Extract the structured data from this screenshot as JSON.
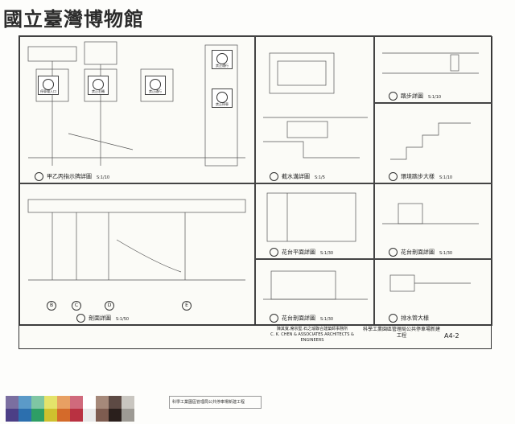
{
  "museum_title": "國立臺灣博物館",
  "panels": {
    "signs": {
      "caption": "甲乙丙指示牌詳圖",
      "scale": "S:1/10"
    },
    "drain": {
      "caption": "截水溝詳圖",
      "scale": "S:1/5"
    },
    "steps": {
      "caption": "踏步詳圖",
      "scale": "S:1/10"
    },
    "steps_plan": {
      "caption": "環境踏步大樣",
      "scale": "S:1/10"
    },
    "section": {
      "caption": "剖面詳圖",
      "scale": "S:1/50"
    },
    "planter_plan": {
      "caption": "花台平面詳圖",
      "scale": "S:1/30"
    },
    "planter_sect": {
      "caption": "花台剖面詳圖",
      "scale": "S:1/30"
    },
    "planter_cut": {
      "caption": "花台剖面詳圖",
      "scale": "S:1/30"
    },
    "drainpipe": {
      "caption": "排水管大樣",
      "scale": ""
    }
  },
  "signs": [
    {
      "label": "停車場入口"
    },
    {
      "label": "禁止右轉"
    },
    {
      "label": "禁止通行"
    },
    {
      "label": "禁止通行"
    },
    {
      "label": "禁止停車"
    }
  ],
  "grid_axes": [
    "B",
    "C",
    "D",
    "E"
  ],
  "title_block": {
    "firm": "陳其寬.席宗堅.石之瑜聯合建築師事務所",
    "firm_en": "C. K. CHEN & ASSOCIATES ARCHITECTS & ENGINEERS",
    "project": "科學工業園區管理局公共停車場新建工程",
    "sheet_no": "A4-2"
  },
  "footer_strip": {
    "label": "科學工業園區管理局公共停車場新建工程"
  },
  "swatch_colors": [
    "#7b6fa0",
    "#5b9ac8",
    "#7fc6a3",
    "#e4e36a",
    "#e8a063",
    "#d06a7c",
    "#ffffff",
    "#a6897a",
    "#5d4a44",
    "#c9c6c0"
  ],
  "swatch_colors_bottom": [
    "#4c3f86",
    "#2c6fae",
    "#2e9e65",
    "#cfc12e",
    "#d46a2a",
    "#b93141",
    "#e9e9e9",
    "#7e5c50",
    "#2a1f1c",
    "#9d9a94"
  ]
}
